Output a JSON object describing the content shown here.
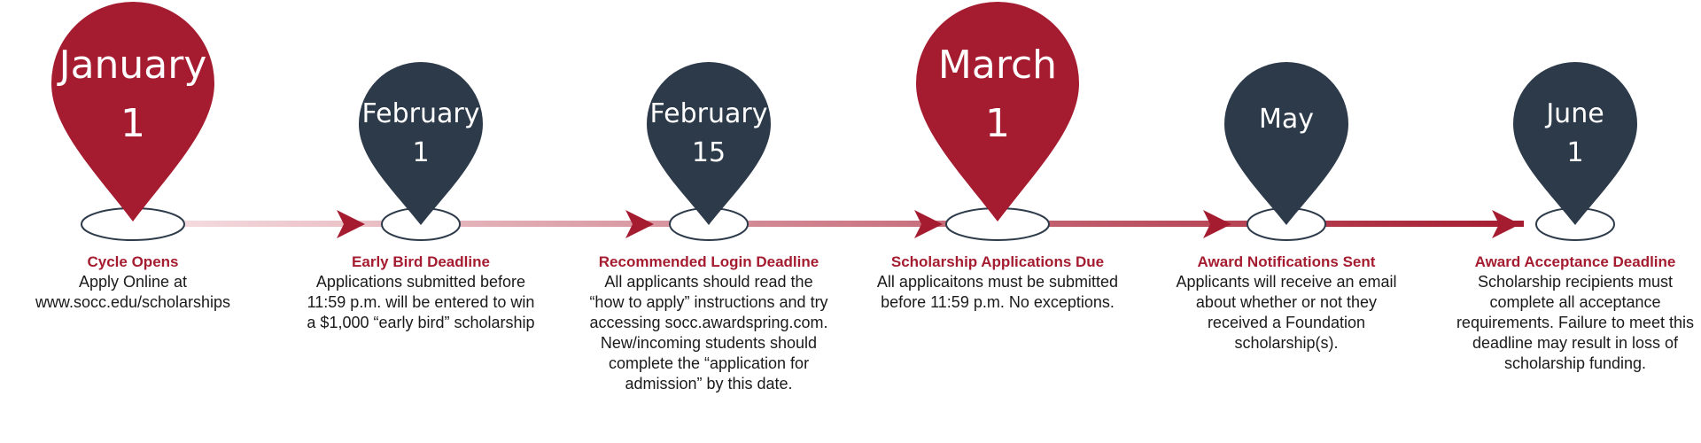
{
  "colors": {
    "accent": "#a51c30",
    "dark": "#2d3a4a",
    "text": "#1a1a1a"
  },
  "milestones": [
    {
      "date_line1": "January",
      "date_line2": "1",
      "title": "Cycle Opens",
      "description": "Apply Online at www.socc.edu/scholarships",
      "color": "#a51c30",
      "style": "large"
    },
    {
      "date_line1": "February",
      "date_line2": "1",
      "title": "Early Bird Deadline",
      "description": "Applications submitted before 11:59 p.m. will be entered to win a $1,000 “early bird” scholarship",
      "color": "#2d3a4a",
      "style": "small"
    },
    {
      "date_line1": "February",
      "date_line2": "15",
      "title": "Recommended Login Deadline",
      "description": "All applicants should read the “how to apply” instructions and try accessing socc.awardspring.com. New/incoming students should complete the “application for admission” by this date.",
      "color": "#2d3a4a",
      "style": "small"
    },
    {
      "date_line1": "March",
      "date_line2": "1",
      "title": "Scholarship Applications Due",
      "description": "All applicaitons must be submitted before 11:59 p.m. No exceptions.",
      "color": "#a51c30",
      "style": "large"
    },
    {
      "date_line1": "May",
      "date_line2": "",
      "title": "Award Notifications Sent",
      "description": "Applicants will receive an email about whether or not they received a Foundation scholarship(s).",
      "color": "#2d3a4a",
      "style": "small"
    },
    {
      "date_line1": "June",
      "date_line2": "1",
      "title": "Award Acceptance Deadline",
      "description": "Scholarship recipients must complete all acceptance requirements. Failure to meet this deadline may result in loss of scholarship funding.",
      "color": "#2d3a4a",
      "style": "small"
    }
  ]
}
